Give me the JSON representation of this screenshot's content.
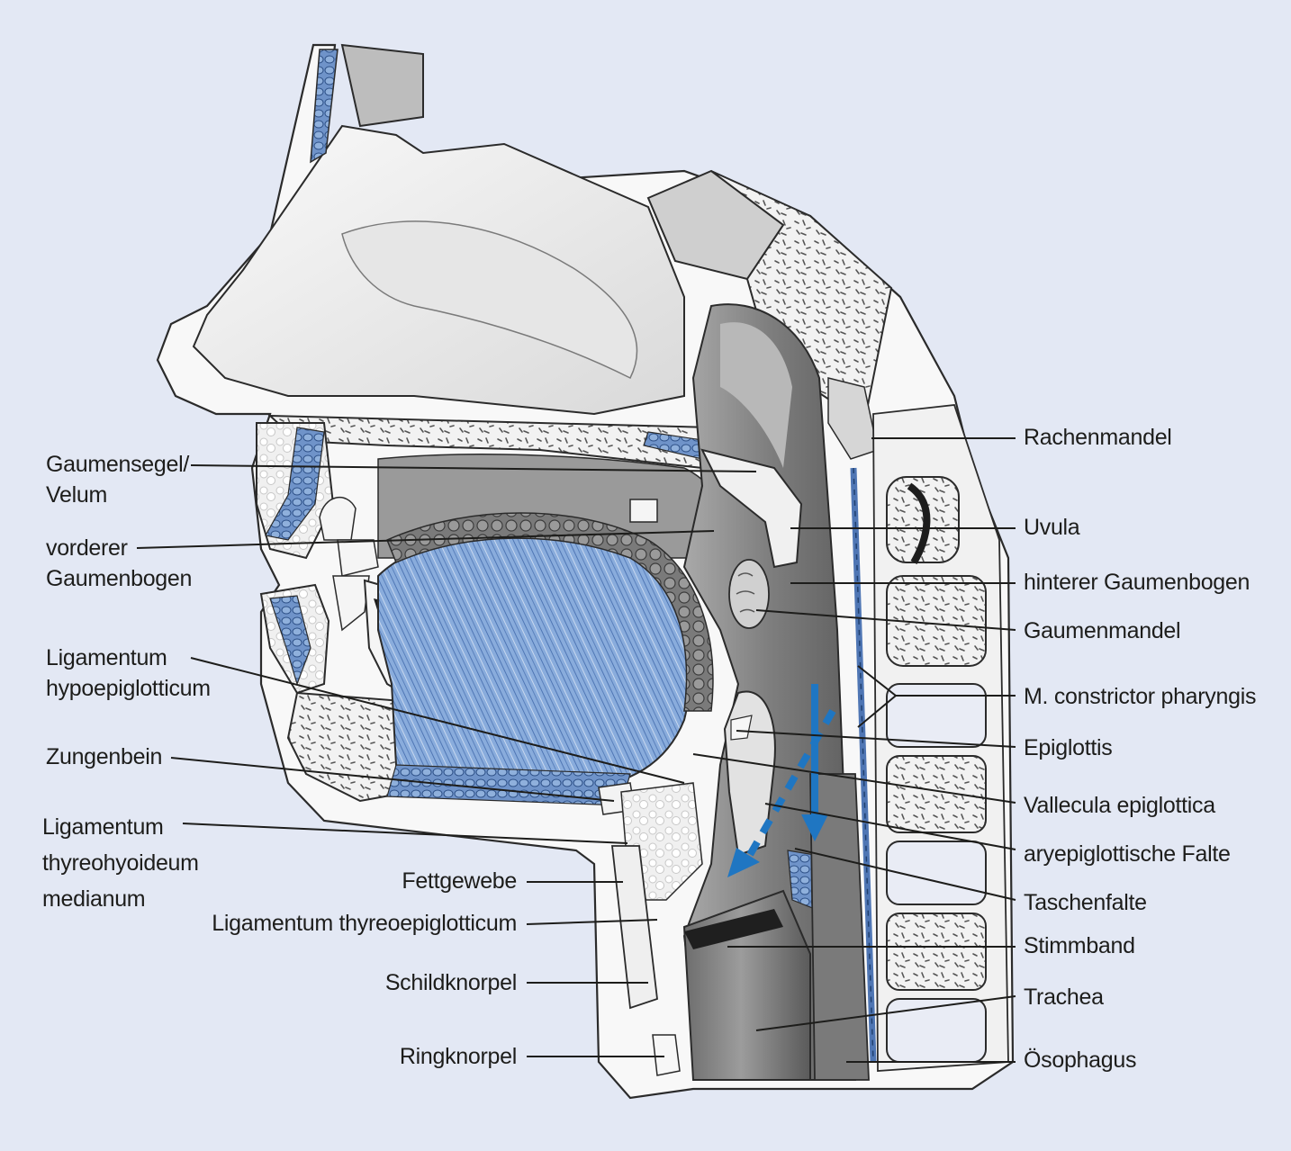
{
  "colors": {
    "background": "#e3e8f4",
    "tissue_light": "#f6f6f6",
    "cavity_gray": "#8c8c8c",
    "muscle_blue": "#8fb0dc",
    "arrow_blue": "#1f76c2",
    "leader_line": "#1d1d1b"
  },
  "labels_left": {
    "gaumensegel": [
      "Gaumensegel/",
      "Velum"
    ],
    "vorderer_gaumenbogen": [
      "vorderer",
      "Gaumenbogen"
    ],
    "lig_hypoepiglotticum": [
      "Ligamentum",
      "hypoepiglotticum"
    ],
    "zungenbein": "Zungenbein",
    "lig_thyreohyoideum": [
      "Ligamentum",
      "thyreohyoideum",
      "medianum"
    ],
    "fettgewebe": "Fettgewebe",
    "lig_thyreoepiglotticum": "Ligamentum thyreoepiglotticum",
    "schildknorpel": "Schildknorpel",
    "ringknorpel": "Ringknorpel"
  },
  "labels_right": {
    "rachenmandel": "Rachenmandel",
    "uvula": "Uvula",
    "hinterer_gaumenbogen": "hinterer Gaumenbogen",
    "gaumenmandel": "Gaumenmandel",
    "m_constrictor": "M. constrictor pharyngis",
    "epiglottis": "Epiglottis",
    "vallecula": "Vallecula epiglottica",
    "aryepiglottische_falte": "aryepiglottische Falte",
    "taschenfalte": "Taschenfalte",
    "stimmband": "Stimmband",
    "trachea": "Trachea",
    "oesophagus": "Ösophagus"
  },
  "icons": {
    "solid_arrow": "arrow-down-icon",
    "dashed_arrow": "arrow-down-left-dashed-icon"
  }
}
